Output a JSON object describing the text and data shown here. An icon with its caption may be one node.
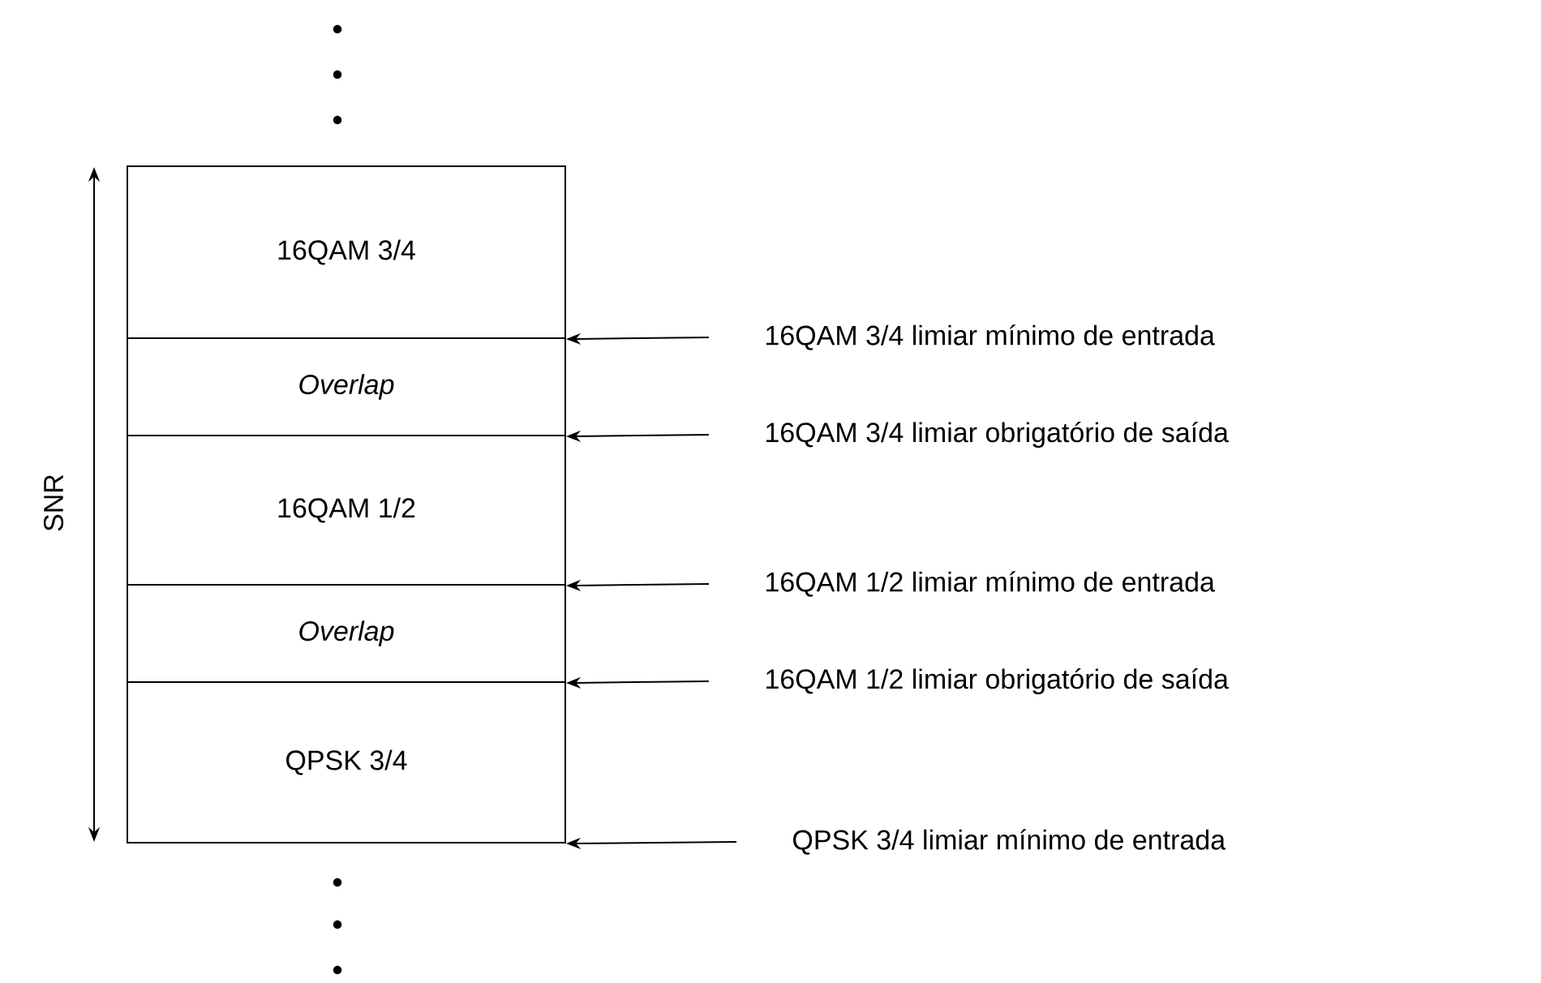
{
  "diagram": {
    "nodes": [
      {
        "text": [
          "16QAM 3/4"
        ]
      },
      {
        "text": [
          "Overlap"
        ]
      },
      {
        "text": [
          "16QAM 1/2"
        ]
      },
      {
        "text": [
          "Overlap"
        ]
      },
      {
        "text": [
          "QPSK 3/4"
        ]
      },
      {
        "text": [
          "16QAM 3/4 limiar mínimo de entrada"
        ]
      },
      {
        "text": [
          "16QAM 3/4 limiar obrigatório de saída"
        ]
      },
      {
        "text": [
          "16QAM 1/2 limiar mínimo de entrada"
        ]
      },
      {
        "text": [
          "16QAM 1/2 limiar obrigatório de saída"
        ]
      },
      {
        "text": [
          "QPSK 3/4 limiar mínimo de entrada"
        ]
      }
    ],
    "edges": [
      {
        "from": 5,
        "to": 0,
        "arrow": "to"
      },
      {
        "from": 6,
        "to": 1,
        "arrow": "to"
      },
      {
        "from": 7,
        "to": 2,
        "arrow": "to"
      },
      {
        "from": 8,
        "to": 3,
        "arrow": "to"
      },
      {
        "from": 9,
        "to": 4,
        "arrow": "to"
      }
    ],
    "labels": [
      "SNR"
    ]
  }
}
